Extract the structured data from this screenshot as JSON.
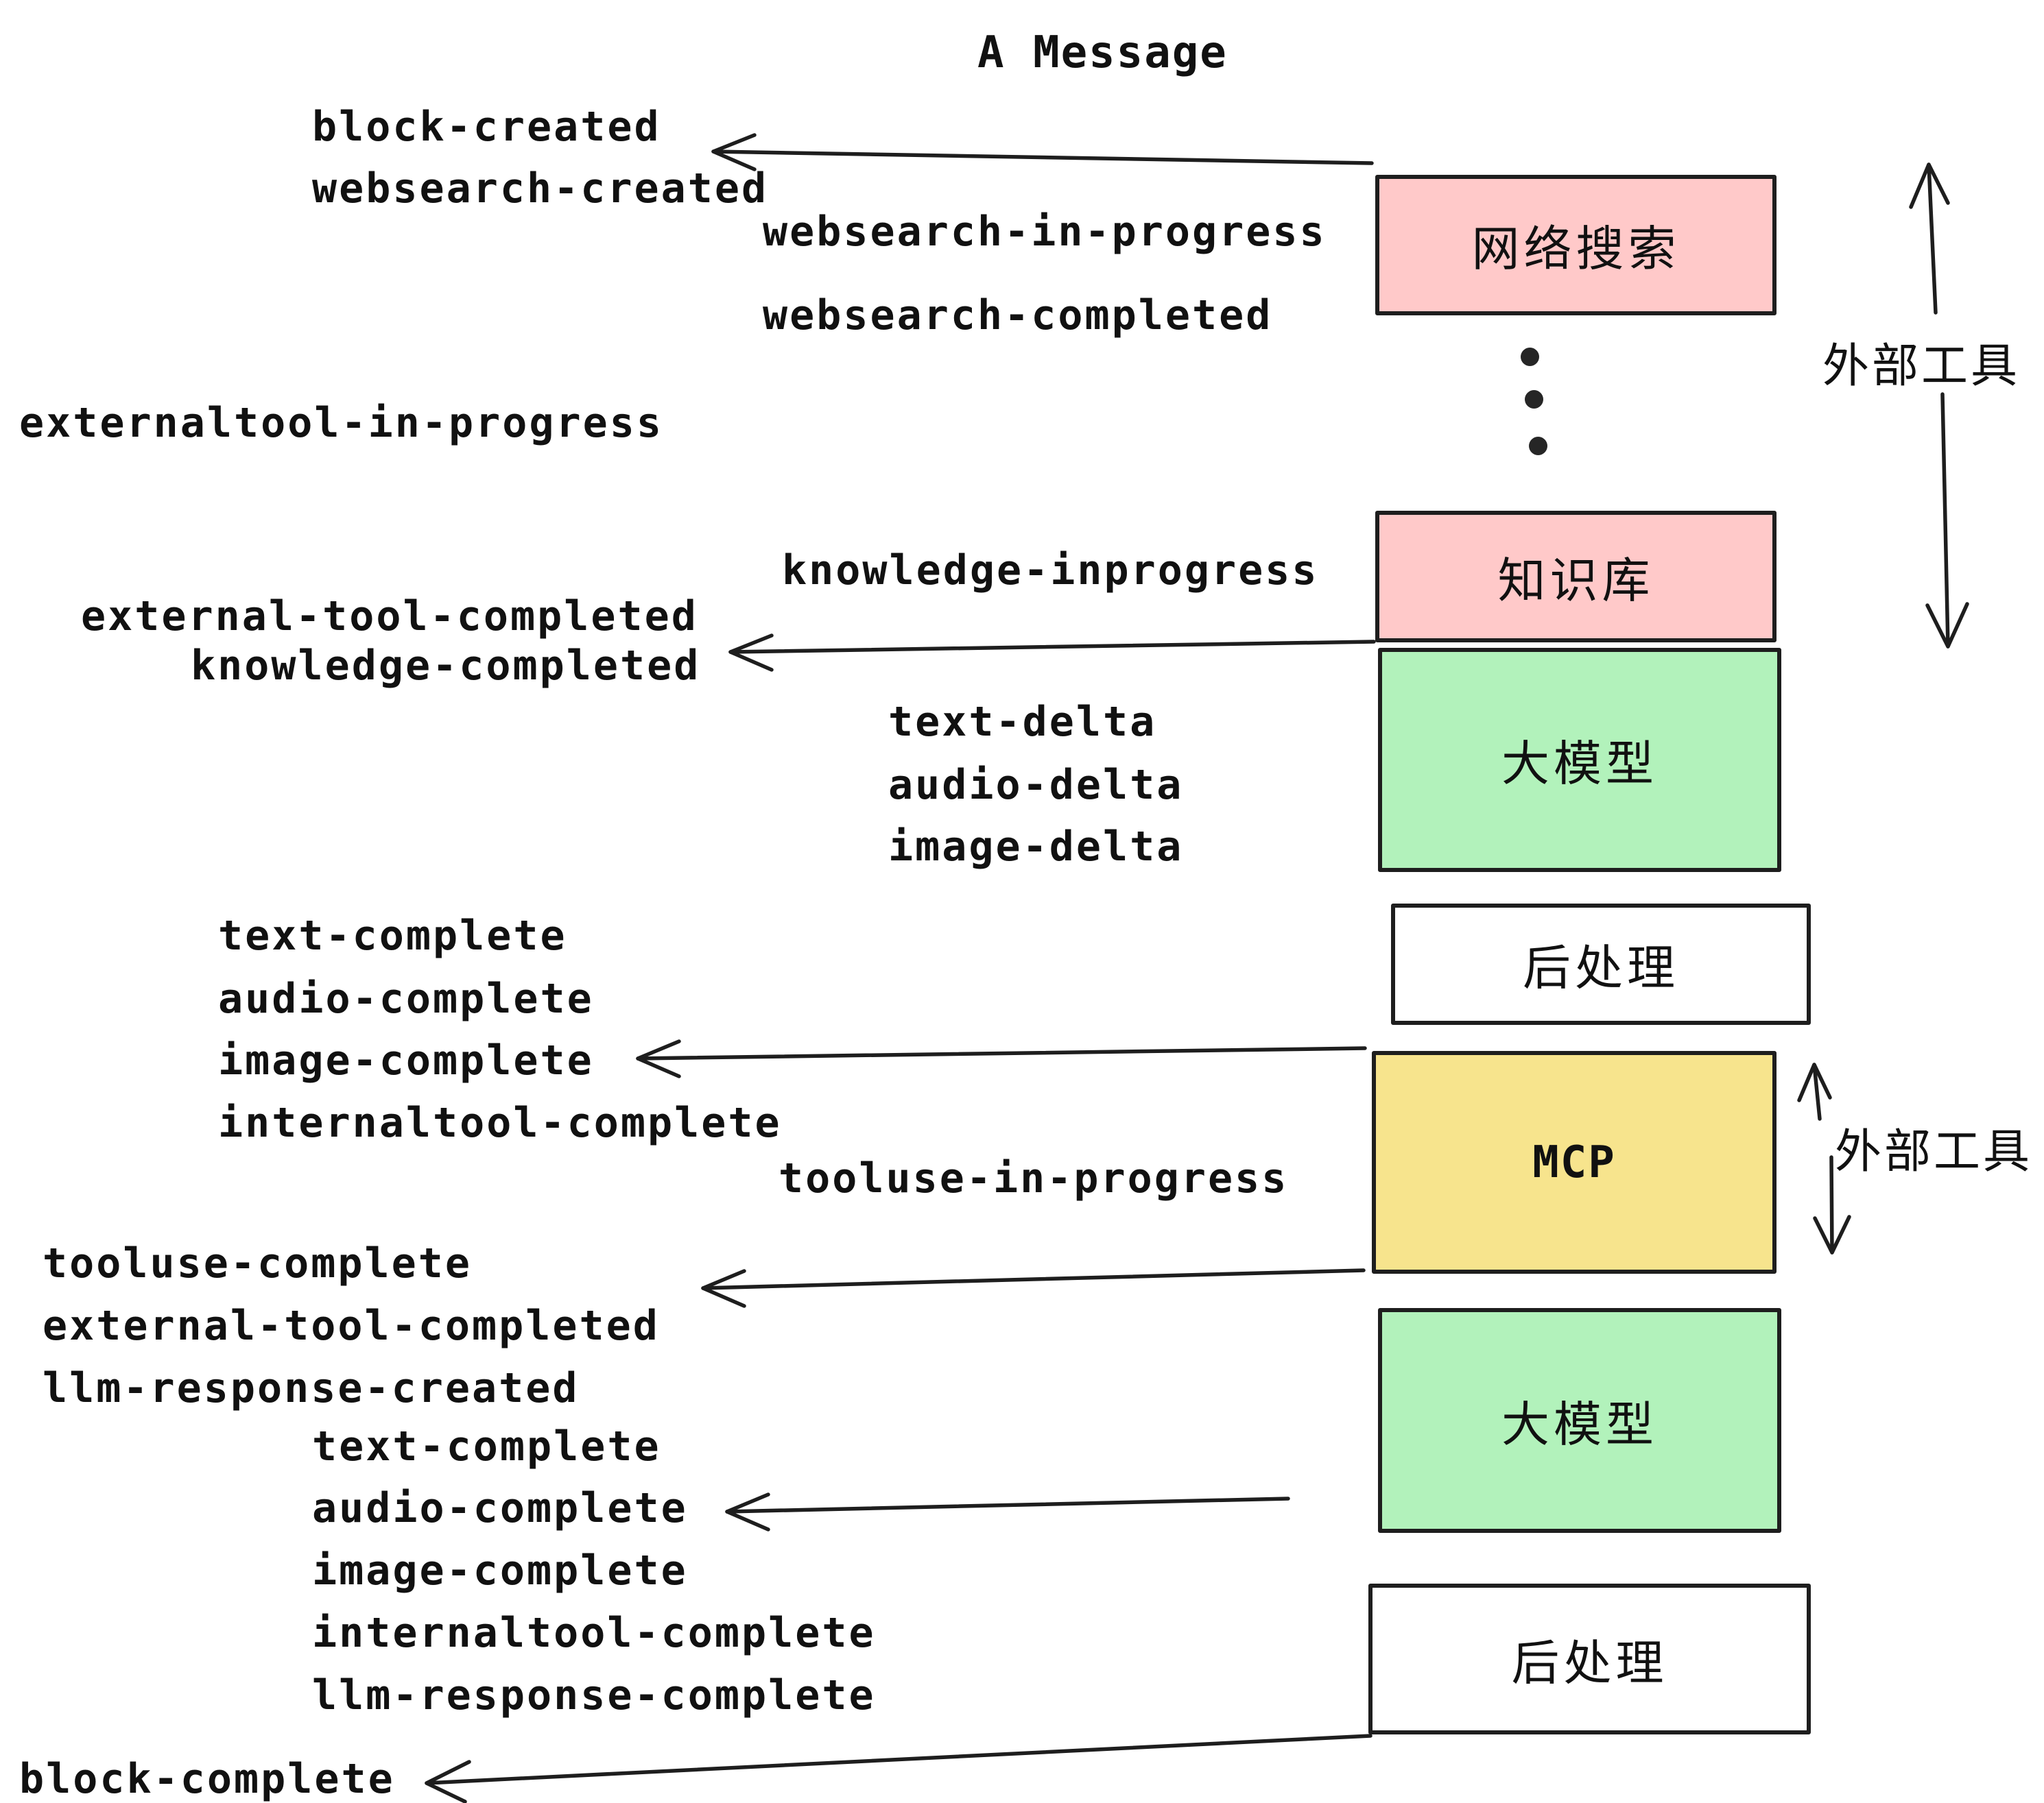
{
  "title": "A Message",
  "colors": {
    "stroke": "#1e1e1e",
    "pink": "#FFC9C9",
    "green": "#B2F2BB",
    "yellow": "#F7E48D",
    "white": "#ffffff"
  },
  "boxes": [
    {
      "id": "websearch",
      "label": "网络搜索",
      "color": "pink"
    },
    {
      "id": "knowledge",
      "label": "知识库",
      "color": "pink"
    },
    {
      "id": "llm-1",
      "label": "大模型",
      "color": "green"
    },
    {
      "id": "postprocess-1",
      "label": "后处理",
      "color": "white"
    },
    {
      "id": "mcp",
      "label": "MCP",
      "color": "yellow"
    },
    {
      "id": "llm-2",
      "label": "大模型",
      "color": "green"
    },
    {
      "id": "postprocess-2",
      "label": "后处理",
      "color": "white"
    }
  ],
  "side_labels": [
    {
      "label": "外部工具"
    },
    {
      "label": "外部工具"
    }
  ],
  "events": [
    {
      "text": "block-created"
    },
    {
      "text": "websearch-created"
    },
    {
      "text": "websearch-in-progress"
    },
    {
      "text": "websearch-completed"
    },
    {
      "text": "externaltool-in-progress"
    },
    {
      "text": "knowledge-inprogress"
    },
    {
      "text": "external-tool-completed"
    },
    {
      "text": "knowledge-completed"
    },
    {
      "text": "text-delta"
    },
    {
      "text": "audio-delta"
    },
    {
      "text": "image-delta"
    },
    {
      "text": "text-complete"
    },
    {
      "text": "audio-complete"
    },
    {
      "text": "image-complete"
    },
    {
      "text": "internaltool-complete"
    },
    {
      "text": "tooluse-in-progress"
    },
    {
      "text": "tooluse-complete"
    },
    {
      "text": "external-tool-completed"
    },
    {
      "text": "llm-response-created"
    },
    {
      "text": "text-complete"
    },
    {
      "text": "audio-complete"
    },
    {
      "text": "image-complete"
    },
    {
      "text": "internaltool-complete"
    },
    {
      "text": "llm-response-complete"
    },
    {
      "text": "block-complete"
    }
  ]
}
